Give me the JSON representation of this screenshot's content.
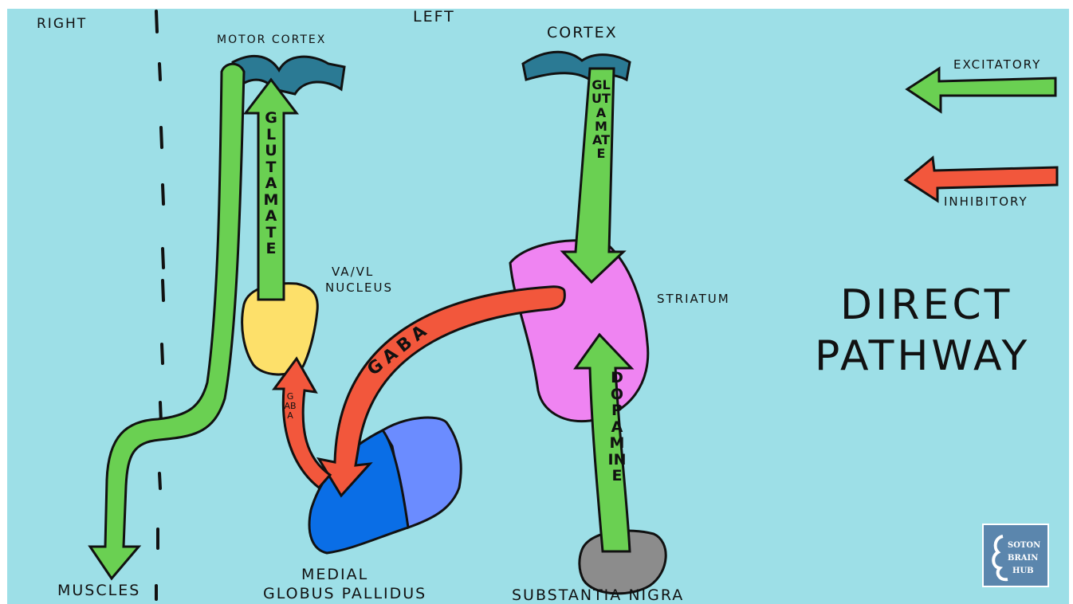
{
  "labels": {
    "right": "RIGHT",
    "left": "LEFT",
    "motor_cortex": "MOTOR CORTEX",
    "cortex": "CORTEX",
    "va_vl": "VA/VL",
    "nucleus": "NUCLEUS",
    "striatum": "STRIATUM",
    "medial": "MEDIAL",
    "globus_pallidus": "GLOBUS PALLIDUS",
    "substantia_nigra": "SUBSTANTIA NIGRA",
    "muscles": "MUSCLES"
  },
  "arrows": {
    "glutamate_motor": "GLUTAMATE",
    "glutamate_cortex": "GLUTAMATE",
    "gaba_big": "GABA",
    "gaba_small": "GABA",
    "dopamine": "DOPAMINE"
  },
  "legend": {
    "excitatory": "EXCITATORY",
    "inhibitory": "INHIBITORY"
  },
  "title": {
    "line1": "DIRECT",
    "line2": "PATHWAY"
  },
  "logo": {
    "line1": "SOTON",
    "line2": "BRAIN",
    "line3": "HUB"
  },
  "colors": {
    "background": "#9ddfe7",
    "excitatory": "#6ad052",
    "inhibitory": "#f2573c",
    "cortex": "#2b7a94",
    "va_vl_nucleus": "#fde06a",
    "striatum": "#ef84f2",
    "globus_pallidus_medial": "#0a6ee6",
    "globus_pallidus_lateral": "#6b8cff",
    "substantia_nigra": "#8c8c8c"
  }
}
